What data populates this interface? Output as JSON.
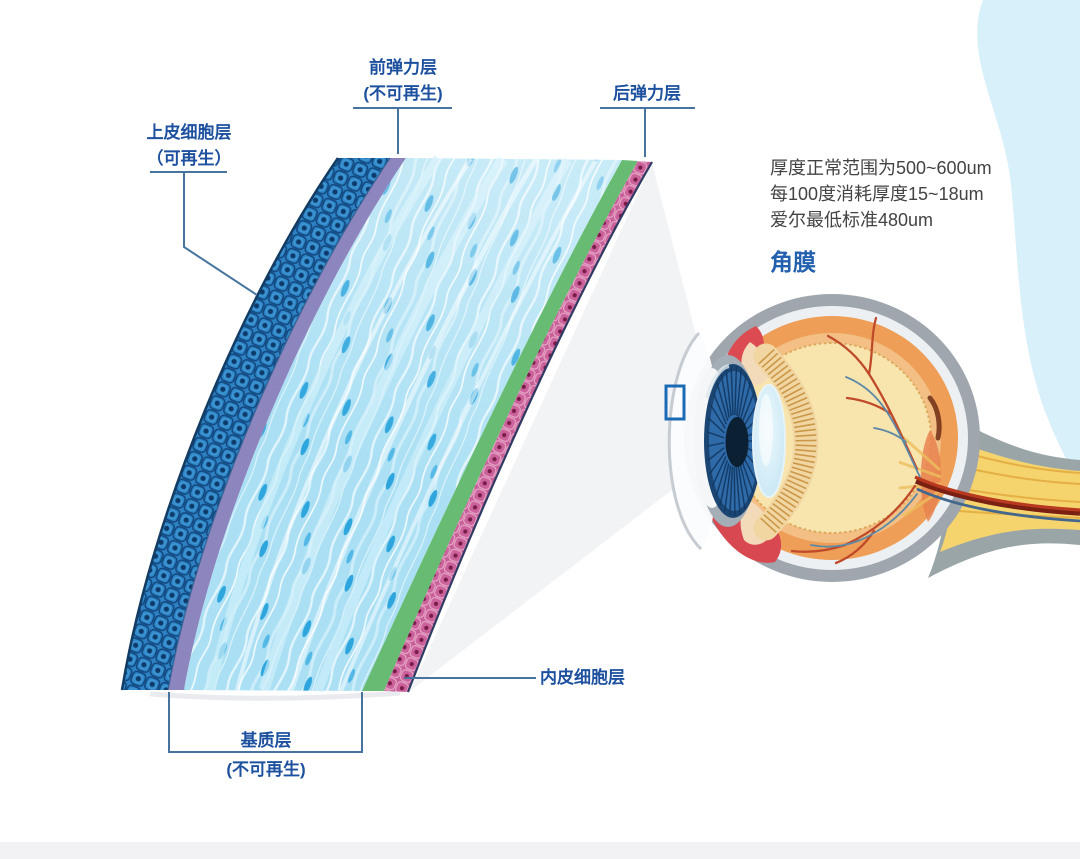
{
  "labels": {
    "epithelium": {
      "line1": "上皮细胞层",
      "line2": "（可再生）"
    },
    "bowman": {
      "line1": "前弹力层",
      "line2": "(不可再生)"
    },
    "descemet": {
      "line1": "后弹力层"
    },
    "stroma": {
      "line1": "基质层",
      "line2": "(不可再生)"
    },
    "endothelium": {
      "line1": "内皮细胞层"
    }
  },
  "info": {
    "line1": "厚度正常范围为500~600um",
    "line2": "每100度消耗厚度15~18um",
    "line3": "爱尔最低标准480um",
    "title": "角膜"
  },
  "colors": {
    "label_blue": "#1d509e",
    "title_blue": "#2360ae",
    "info_text": "#434343",
    "leader_line": "#46749f",
    "epithelium_blue": "#2e82c4",
    "bowman_purple": "#8d85bd",
    "stroma_blue": "#abe0f4",
    "descemet_green": "#67bb72",
    "endothelium_pink": "#c75f98",
    "marker_blue": "#1b6ab6",
    "background_blob": "#d8f0f9",
    "footer_band": "#f2f2f5"
  }
}
